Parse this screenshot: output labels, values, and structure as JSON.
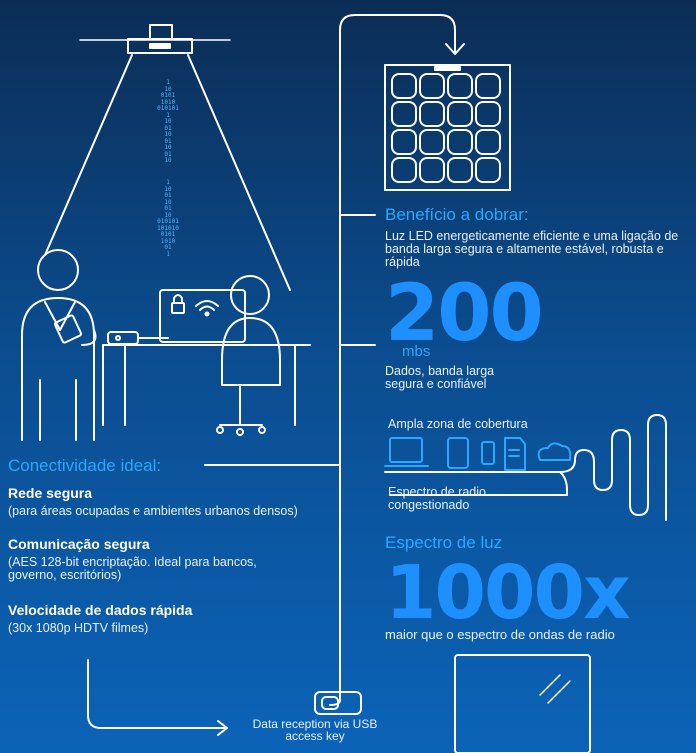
{
  "benefit": {
    "title": "Benefício a dobrar:",
    "description": "Luz LED energeticamente eficiente e uma ligação de banda larga segura e altamente estável, robusta e rápida"
  },
  "speed": {
    "value": "200",
    "unit": "mbs",
    "caption": "Dados, banda larga segura e confiável"
  },
  "coverage": {
    "title": "Ampla zona de cobertura",
    "radio_note": "Espectro de radio congestionado"
  },
  "spectrum": {
    "title": "Espectro de luz",
    "multiplier": "1000x",
    "caption": "maior que o espectro de ondas de radio"
  },
  "connectivity": {
    "title": "Conectividade ideal:",
    "items": [
      {
        "heading": "Rede segura",
        "detail": "(para áreas ocupadas e ambientes urbanos densos)"
      },
      {
        "heading": "Comunicação segura",
        "detail": "(AES 128-bit encriptação. Ideal para bancos, governo, escritórios)"
      },
      {
        "heading": "Velocidade de dados rápida",
        "detail": "(30x 1080p HDTV filmes)"
      }
    ]
  },
  "usb": {
    "caption": "Data reception via USB access key"
  },
  "binary_stream": {
    "up": "1\n10\n0101\n1010\n010101\n1\n10\n01\n10\n01\n10\n01\n10",
    "down": "1\n10\n01\n10\n01\n10\n010101\n101010\n0101\n1010\n01\n1"
  },
  "colors": {
    "accent": "#2aa8ff",
    "big_number": "#1e8fff",
    "background_top": "#0b2d55",
    "background_bottom": "#0b63b8"
  }
}
